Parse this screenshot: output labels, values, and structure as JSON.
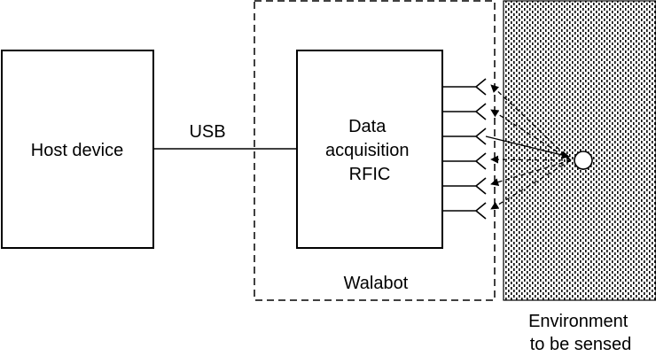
{
  "host": {
    "label": "Host device"
  },
  "link": {
    "label": "USB"
  },
  "rfic": {
    "lines": [
      "Data",
      "acquisition",
      "RFIC"
    ]
  },
  "walabot": {
    "label": "Walabot"
  },
  "environment": {
    "lines": [
      "Environment",
      "to be sensed"
    ]
  },
  "antennas": {
    "count": 6
  },
  "colors": {
    "stroke": "#000000",
    "background": "#ffffff"
  }
}
